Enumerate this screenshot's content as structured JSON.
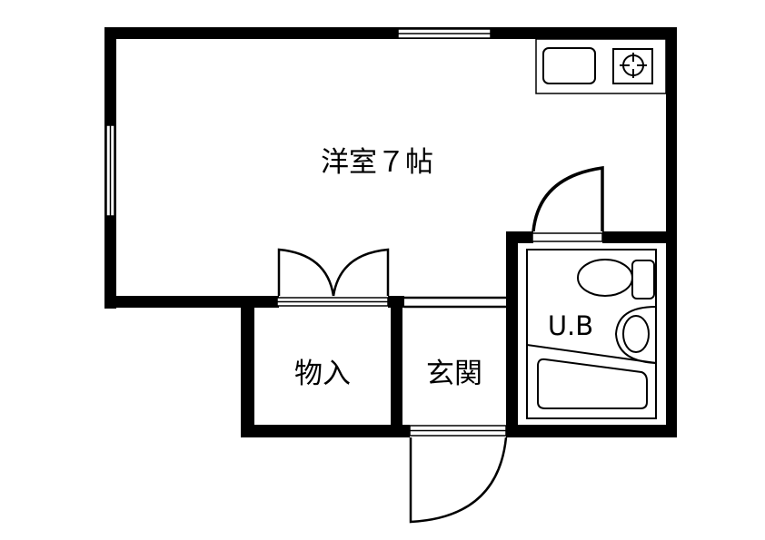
{
  "rooms": {
    "western_room": "洋室７帖",
    "storage": "物入",
    "entrance": "玄関",
    "unit_bath": "U.B"
  },
  "colors": {
    "wall": "#000000",
    "background": "#ffffff"
  }
}
